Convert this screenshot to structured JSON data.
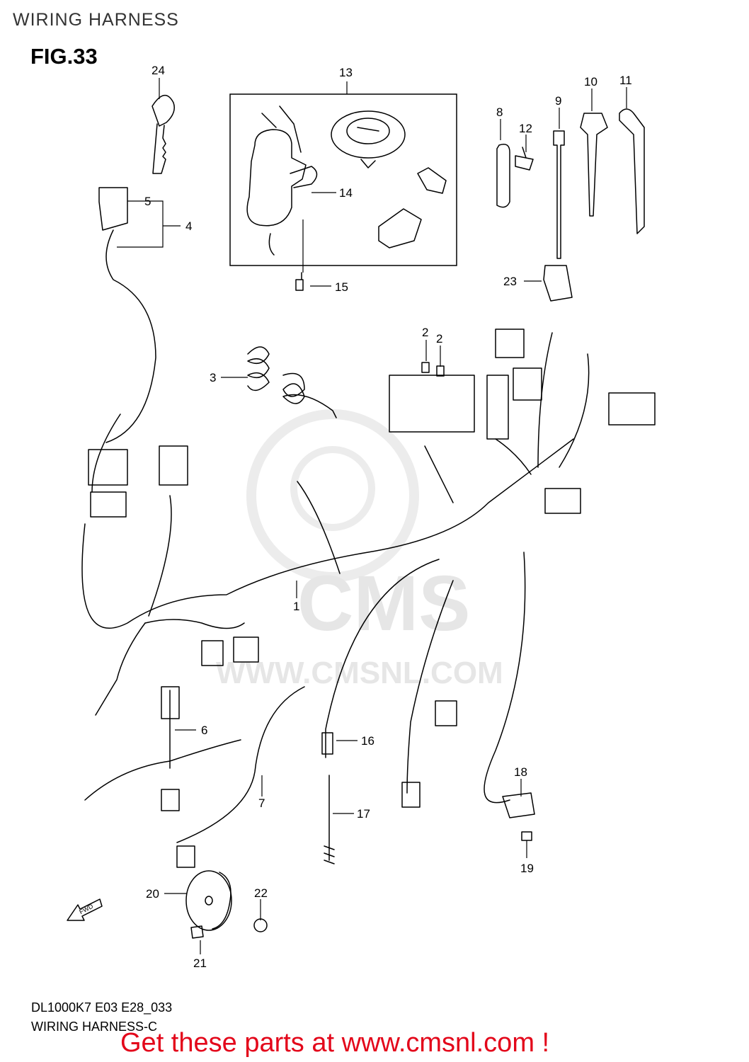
{
  "header": {
    "title": "WIRING HARNESS",
    "figure": "FIG.33"
  },
  "watermark": {
    "brand": "CMS",
    "url": "WWW.CMSNL.COM"
  },
  "callouts": [
    {
      "id": "c24",
      "label": "24"
    },
    {
      "id": "c13",
      "label": "13"
    },
    {
      "id": "c10",
      "label": "10"
    },
    {
      "id": "c11",
      "label": "11"
    },
    {
      "id": "c9",
      "label": "9"
    },
    {
      "id": "c8",
      "label": "8"
    },
    {
      "id": "c12",
      "label": "12"
    },
    {
      "id": "c5",
      "label": "5"
    },
    {
      "id": "c4",
      "label": "4"
    },
    {
      "id": "c14",
      "label": "14"
    },
    {
      "id": "c15",
      "label": "15"
    },
    {
      "id": "c23",
      "label": "23"
    },
    {
      "id": "c2a",
      "label": "2"
    },
    {
      "id": "c2b",
      "label": "2"
    },
    {
      "id": "c3",
      "label": "3"
    },
    {
      "id": "c1",
      "label": "1"
    },
    {
      "id": "c6",
      "label": "6"
    },
    {
      "id": "c16",
      "label": "16"
    },
    {
      "id": "c7",
      "label": "7"
    },
    {
      "id": "c17",
      "label": "17"
    },
    {
      "id": "c18",
      "label": "18"
    },
    {
      "id": "c19",
      "label": "19"
    },
    {
      "id": "c20",
      "label": "20"
    },
    {
      "id": "c22",
      "label": "22"
    },
    {
      "id": "c21",
      "label": "21"
    },
    {
      "id": "cfwd",
      "label": "FWD"
    }
  ],
  "footer": {
    "code": "DL1000K7 E03 E28_033",
    "subtitle": "WIRING HARNESS-C",
    "cta": "Get these parts at www.cmsnl.com !"
  },
  "colors": {
    "line": "#000000",
    "watermark": "#e6e6e6",
    "cta": "#e3061a"
  }
}
